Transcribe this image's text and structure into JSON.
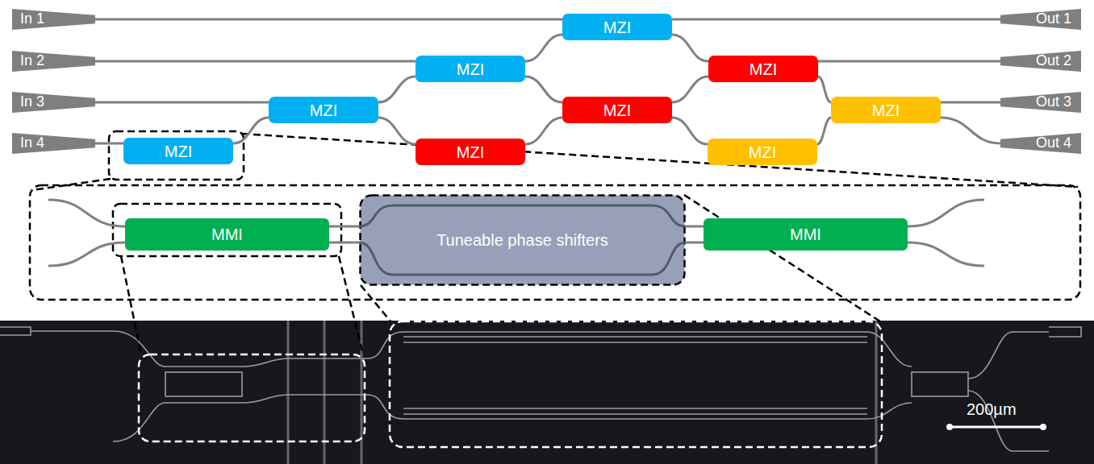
{
  "diagram": {
    "nodes": [
      {
        "text": [
          "In 1"
        ]
      },
      {
        "text": [
          "In 2"
        ]
      },
      {
        "text": [
          "In 3"
        ]
      },
      {
        "text": [
          "In 4"
        ]
      },
      {
        "text": [
          "Out 1"
        ]
      },
      {
        "text": [
          "Out 2"
        ]
      },
      {
        "text": [
          "Out 3"
        ]
      },
      {
        "text": [
          "Out 4"
        ]
      },
      {
        "text": [
          "MZI"
        ]
      },
      {
        "text": [
          "MZI"
        ]
      },
      {
        "text": [
          "MZI"
        ]
      },
      {
        "text": [
          "MZI"
        ]
      },
      {
        "text": [
          "MZI"
        ]
      },
      {
        "text": [
          "MZI"
        ]
      },
      {
        "text": [
          "MZI"
        ]
      },
      {
        "text": [
          "MZI"
        ]
      },
      {
        "text": [
          "MZI"
        ]
      },
      {
        "text": [
          "MMI"
        ]
      },
      {
        "text": [
          "Tuneable phase shifters"
        ]
      },
      {
        "text": [
          "MMI"
        ]
      }
    ],
    "edges": [
      {
        "from": 0,
        "to": 8,
        "arrow": "none"
      },
      {
        "from": 1,
        "to": 9,
        "arrow": "none"
      },
      {
        "from": 2,
        "to": 11,
        "arrow": "none"
      },
      {
        "from": 3,
        "to": 14,
        "arrow": "none"
      },
      {
        "from": 8,
        "to": 4,
        "arrow": "none"
      },
      {
        "from": 8,
        "to": 10,
        "arrow": "none"
      },
      {
        "from": 9,
        "to": 8,
        "arrow": "none"
      },
      {
        "from": 9,
        "to": 12,
        "arrow": "none"
      },
      {
        "from": 11,
        "to": 9,
        "arrow": "none"
      },
      {
        "from": 11,
        "to": 15,
        "arrow": "none"
      },
      {
        "from": 14,
        "to": 11,
        "arrow": "none"
      },
      {
        "from": 10,
        "to": 5,
        "arrow": "none"
      },
      {
        "from": 10,
        "to": 13,
        "arrow": "none"
      },
      {
        "from": 12,
        "to": 10,
        "arrow": "none"
      },
      {
        "from": 12,
        "to": 16,
        "arrow": "none"
      },
      {
        "from": 15,
        "to": 12,
        "arrow": "none"
      },
      {
        "from": 13,
        "to": 6,
        "arrow": "none"
      },
      {
        "from": 13,
        "to": 7,
        "arrow": "none"
      },
      {
        "from": 16,
        "to": 13,
        "arrow": "none"
      },
      {
        "from": 17,
        "to": 18,
        "arrow": "none"
      },
      {
        "from": 18,
        "to": 19,
        "arrow": "none"
      }
    ],
    "labels": [
      "200µm"
    ]
  }
}
